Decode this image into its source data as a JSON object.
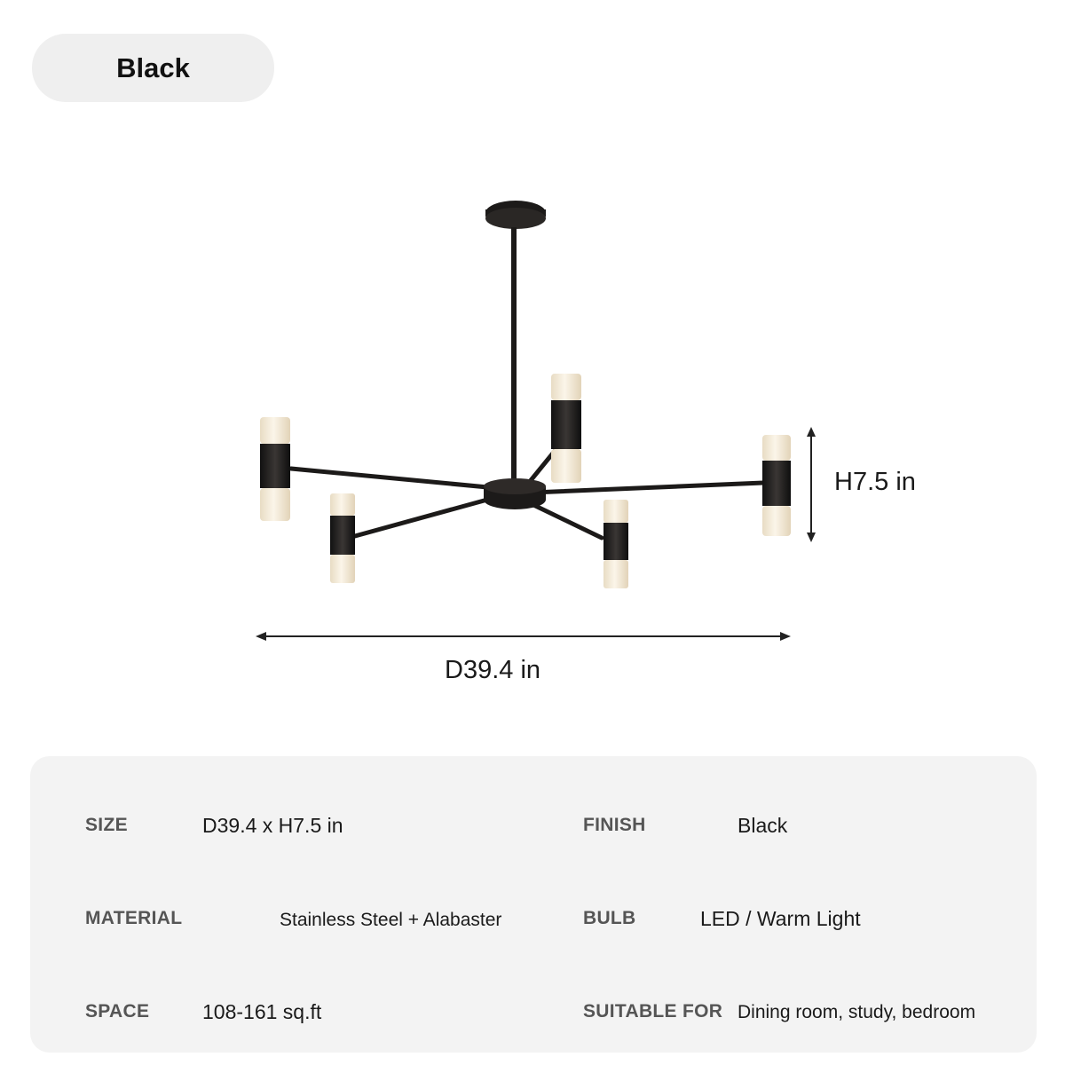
{
  "finish_badge": {
    "label": "Black"
  },
  "dimensions": {
    "height_label": "H7.5 in",
    "diameter_label": "D39.4 in"
  },
  "specs": {
    "size": {
      "key": "SIZE",
      "value": "D39.4 x H7.5 in"
    },
    "finish": {
      "key": "FINISH",
      "value": "Black"
    },
    "material": {
      "key": "MATERIAL",
      "value": "Stainless Steel + Alabaster"
    },
    "bulb": {
      "key": "BULB",
      "value": "LED / Warm Light"
    },
    "space": {
      "key": "SPACE",
      "value": "108-161 sq.ft"
    },
    "suitable": {
      "key": "SUITABLE FOR",
      "value": "Dining room, study, bedroom"
    }
  },
  "colors": {
    "metal": "#1c1a19",
    "alabaster": "#f3e9d6",
    "panel": "#f3f3f3",
    "pill": "#efefef"
  }
}
